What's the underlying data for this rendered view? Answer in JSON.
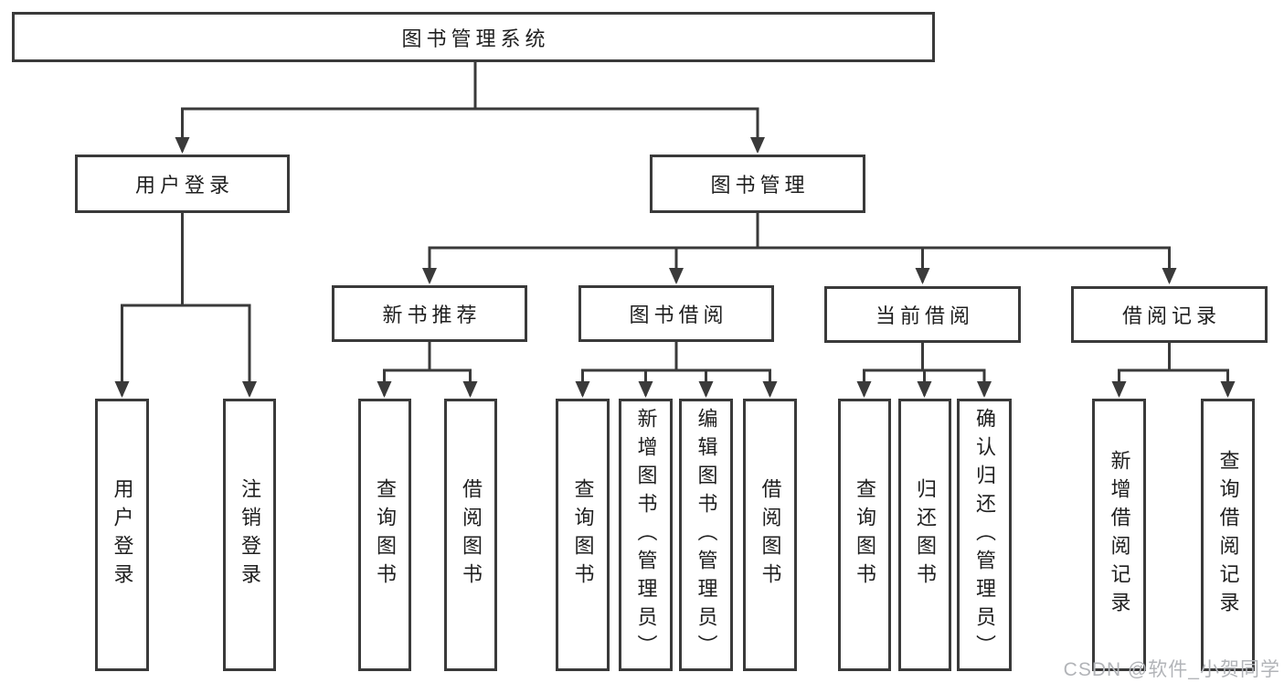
{
  "tree": {
    "label": "图书管理系统",
    "children": [
      {
        "label": "用户登录",
        "children": [
          {
            "label": "用户登录"
          },
          {
            "label": "注销登录"
          }
        ]
      },
      {
        "label": "图书管理",
        "children": [
          {
            "label": "新书推荐",
            "children": [
              {
                "label": "查询图书"
              },
              {
                "label": "借阅图书"
              }
            ]
          },
          {
            "label": "图书借阅",
            "children": [
              {
                "label": "查询图书"
              },
              {
                "label": "新增图书（管理员）"
              },
              {
                "label": "编辑图书（管理员）"
              },
              {
                "label": "借阅图书"
              }
            ]
          },
          {
            "label": "当前借阅",
            "children": [
              {
                "label": "查询图书"
              },
              {
                "label": "归还图书"
              },
              {
                "label": "确认归还（管理员）"
              }
            ]
          },
          {
            "label": "借阅记录",
            "children": [
              {
                "label": "新增借阅记录"
              },
              {
                "label": "查询借阅记录"
              }
            ]
          }
        ]
      }
    ]
  },
  "watermark": "CSDN @软件_小贺同学",
  "colors": {
    "line": "#3a3a3a",
    "text": "#1f1f1f",
    "background": "#ffffff",
    "watermark": "#b2b4b8"
  }
}
